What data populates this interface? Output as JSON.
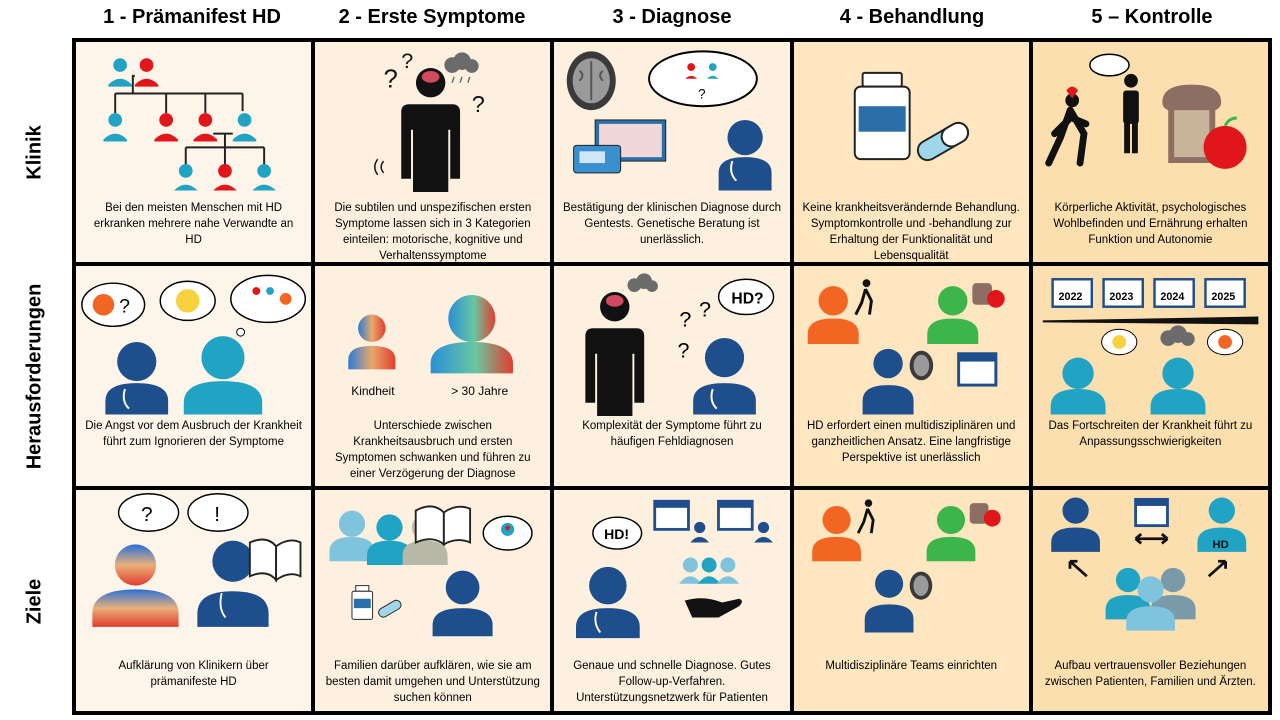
{
  "columns": [
    "1 - Prämanifest HD",
    "2 - Erste Symptome",
    "3 - Diagnose",
    "4 - Behandlung",
    "5 – Kontrolle"
  ],
  "rows": [
    "Klinik",
    "Herausforderungen",
    "Ziele"
  ],
  "cells": {
    "klinik": [
      "Bei den meisten Menschen mit HD erkranken mehrere  nahe Verwandte  an HD",
      "Die subtilen und unspezifischen ersten Symptome  lassen sich in 3 Kategorien einteilen: motorische, kognitive und Verhaltenssymptome",
      "Bestätigung der klinischen Diagnose durch Gentests. Genetische Beratung ist unerlässlich.",
      "Keine krankheitsverändernde Behandlung. Symptomkontrolle und -behandlung zur Erhaltung der Funktionalität und Lebensqualität",
      "Körperliche Aktivität, psychologisches Wohlbefinden und Ernährung erhalten Funktion und Autonomie"
    ],
    "herausforderungen": [
      "Die Angst vor dem Ausbruch der Krankheit führt zum Ignorieren der Symptome",
      "Unterschiede zwischen Krankheitsausbruch und ersten Symptomen  schwanken und führen zu einer Verzögerung  der Diagnose",
      "Komplexität der  Symptome  führt zu häufigen Fehldiagnosen",
      "HD erfordert einen multidisziplinären und ganzheitlichen Ansatz. Eine langfristige Perspektive ist unerlässlich",
      "Das Fortschreiten der  Krankheit führt zu Anpassungsschwierigkeiten"
    ],
    "ziele": [
      "Aufklärung von Klinikern über prämanifeste HD",
      "Familien darüber aufklären, wie sie am besten damit umgehen  und Unterstützung suchen können",
      "Genaue und schnelle Diagnose. Gutes Follow-up-Verfahren. Unterstützungsnetzwerk  für Patienten",
      "Multidisziplinäre Teams einrichten",
      "Aufbau vertrauensvoller Beziehungen zwischen Patienten, Familien und Ärzten."
    ]
  },
  "labels": {
    "kindheit": "Kindheit",
    "ueber30": "> 30 Jahre",
    "hd_question": "HD?",
    "hd_exclaim": "HD!",
    "hd": "HD",
    "question": "?",
    "exclaim": "!",
    "years": [
      "2022",
      "2023",
      "2024",
      "2025"
    ]
  },
  "colors": {
    "grid_border": "#000000",
    "doctor_blue": "#1f4e8c",
    "patient_teal": "#21a3c4",
    "red": "#e0161b",
    "orange": "#f26522",
    "green": "#3cb54a"
  }
}
